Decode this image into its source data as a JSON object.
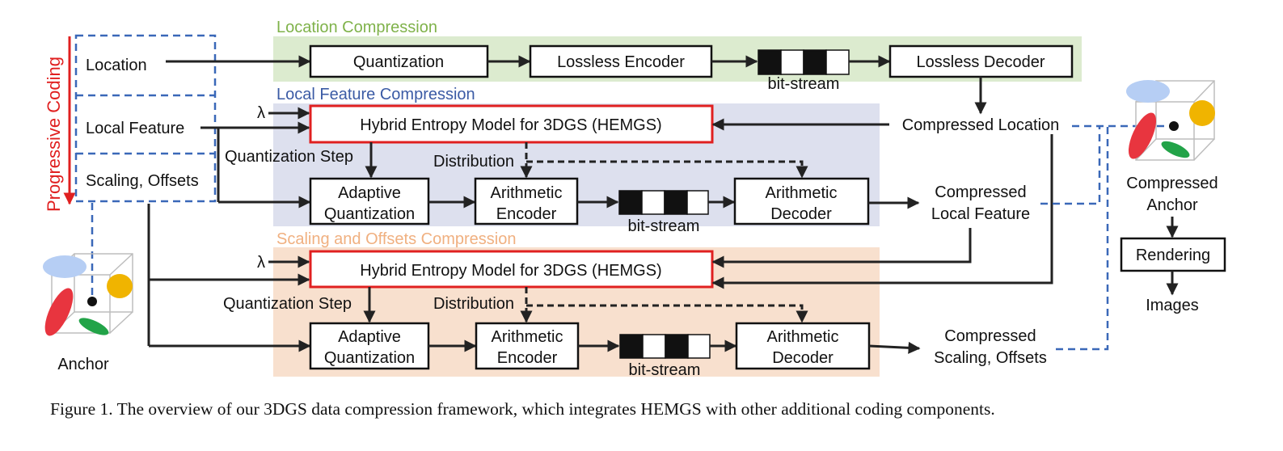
{
  "sections": {
    "location_compression": "Location Compression",
    "local_feature_compression": "Local Feature Compression",
    "scaling_offsets_compression": "Scaling and Offsets Compression"
  },
  "progressive_coding": "Progressive Coding",
  "inputs": {
    "location": "Location",
    "local_feature": "Local Feature",
    "scaling_offsets": "Scaling, Offsets"
  },
  "anchor_label": "Anchor",
  "lambda": "λ",
  "location_row": {
    "quantization": "Quantization",
    "lossless_encoder": "Lossless Encoder",
    "bitstream": "bit-stream",
    "lossless_decoder": "Lossless Decoder"
  },
  "compressed_location": "Compressed Location",
  "feature_row": {
    "hemgs": "Hybrid Entropy Model for 3DGS (HEMGS)",
    "quantization_step": "Quantization Step",
    "distribution": "Distribution",
    "adaptive_quantization": [
      "Adaptive",
      "Quantization"
    ],
    "arithmetic_encoder": [
      "Arithmetic",
      "Encoder"
    ],
    "bitstream": "bit-stream",
    "arithmetic_decoder": [
      "Arithmetic",
      "Decoder"
    ],
    "output": [
      "Compressed",
      "Local Feature"
    ]
  },
  "scaling_row": {
    "hemgs": "Hybrid Entropy Model for 3DGS (HEMGS)",
    "quantization_step": "Quantization Step",
    "distribution": "Distribution",
    "adaptive_quantization": [
      "Adaptive",
      "Quantization"
    ],
    "arithmetic_encoder": [
      "Arithmetic",
      "Encoder"
    ],
    "bitstream": "bit-stream",
    "arithmetic_decoder": [
      "Arithmetic",
      "Decoder"
    ],
    "output": [
      "Compressed",
      "Scaling, Offsets"
    ]
  },
  "compressed_anchor": [
    "Compressed",
    "Anchor"
  ],
  "rendering": "Rendering",
  "images": "Images",
  "caption": "Figure 1. The overview of our 3DGS data compression framework, which integrates HEMGS with other additional coding components.",
  "colors": {
    "location_bg": "#dcebcf",
    "feature_bg": "#dde0ee",
    "scaling_bg": "#f8e0ce",
    "location_title": "#7fb24a",
    "feature_title": "#3b5ba5",
    "scaling_title": "#f0b080",
    "hemgs_border": "#e02020",
    "progressive": "#e02020",
    "dashed_blue": "#3a68b8"
  }
}
